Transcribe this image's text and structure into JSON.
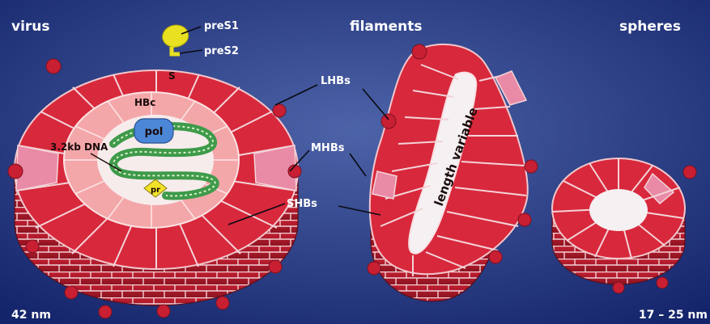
{
  "headings": {
    "virus": "virus",
    "filaments": "filaments",
    "spheres": "spheres"
  },
  "labels": {
    "preS1": "preS1",
    "preS2": "preS2",
    "s": "S",
    "hbc": "HBc",
    "pol": "pol",
    "dna": "3.2kb DNA",
    "pr": "pr",
    "lhbs": "LHBs",
    "mhbs": "MHBs",
    "shbs": "SHBs",
    "length": "length variable"
  },
  "scale": {
    "virus_size": "42 nm",
    "sphere_size": "17 – 25 nm"
  },
  "colors": {
    "background": "#1c2f78",
    "protein_red": "#d8283c",
    "protein_pink": "#e98aa6",
    "core_pink": "#f4a7a9",
    "pol_blue": "#4c86d6",
    "dna_green": "#3e9a4a",
    "pres_yellow": "#e8e020"
  }
}
